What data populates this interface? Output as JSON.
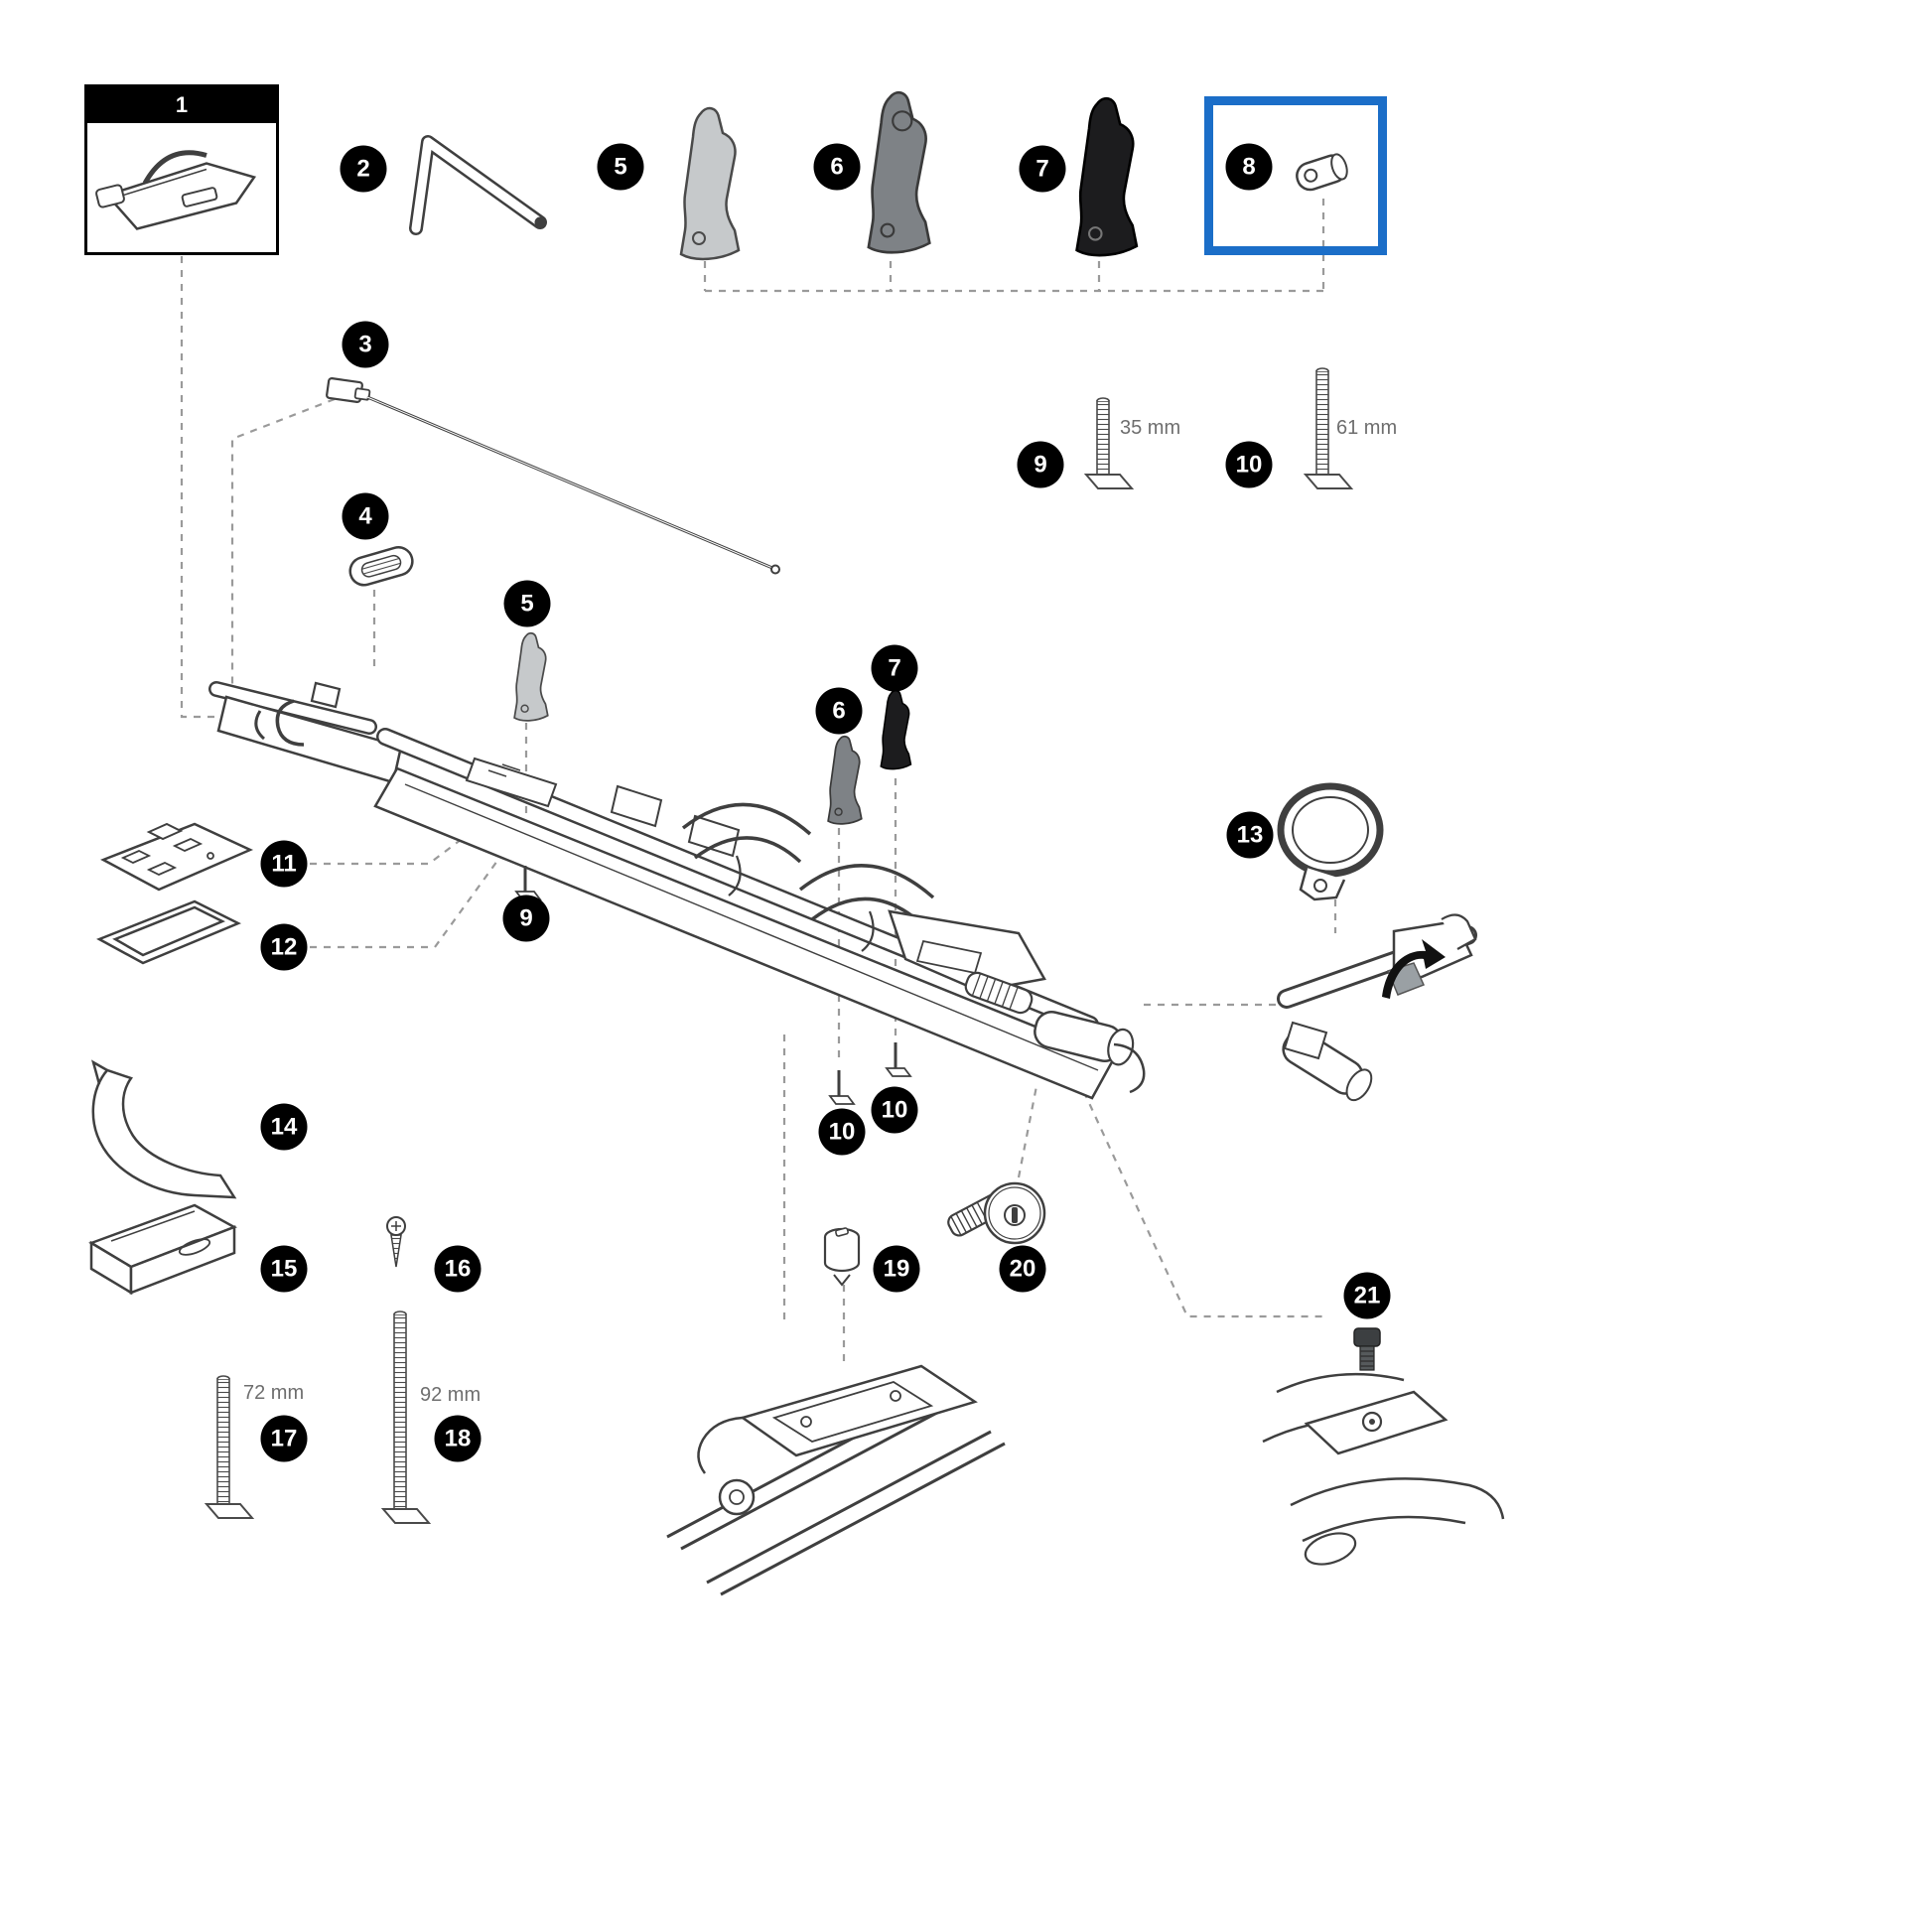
{
  "diagram": {
    "kind": "exploded-parts-diagram",
    "background_color": "#ffffff",
    "line_color": "#3f3f3f",
    "badge_color": "#000000",
    "badge_text_color": "#ffffff"
  },
  "framed_part": {
    "number": "1"
  },
  "highlight_box": {
    "part": "8",
    "color": "#1b6ec8"
  },
  "callouts": [
    {
      "id": "c2",
      "label": "2"
    },
    {
      "id": "c5a",
      "label": "5"
    },
    {
      "id": "c6a",
      "label": "6"
    },
    {
      "id": "c7a",
      "label": "7"
    },
    {
      "id": "c8",
      "label": "8"
    },
    {
      "id": "c3",
      "label": "3"
    },
    {
      "id": "c4",
      "label": "4"
    },
    {
      "id": "c9a",
      "label": "9"
    },
    {
      "id": "c10a",
      "label": "10"
    },
    {
      "id": "c5b",
      "label": "5"
    },
    {
      "id": "c6b",
      "label": "6"
    },
    {
      "id": "c7b",
      "label": "7"
    },
    {
      "id": "c11",
      "label": "11"
    },
    {
      "id": "c12",
      "label": "12"
    },
    {
      "id": "c9b",
      "label": "9"
    },
    {
      "id": "c13",
      "label": "13"
    },
    {
      "id": "c14",
      "label": "14"
    },
    {
      "id": "c15",
      "label": "15"
    },
    {
      "id": "c16",
      "label": "16"
    },
    {
      "id": "c10b",
      "label": "10"
    },
    {
      "id": "c10c",
      "label": "10"
    },
    {
      "id": "c17",
      "label": "17"
    },
    {
      "id": "c18",
      "label": "18"
    },
    {
      "id": "c19",
      "label": "19"
    },
    {
      "id": "c20",
      "label": "20"
    },
    {
      "id": "c21",
      "label": "21"
    }
  ],
  "measurements": [
    {
      "id": "m9",
      "text": "35 mm"
    },
    {
      "id": "m10",
      "text": "61 mm"
    },
    {
      "id": "m17",
      "text": "72 mm"
    },
    {
      "id": "m18",
      "text": "92 mm"
    }
  ],
  "parts": [
    {
      "number": "1",
      "icon": "frame-holder-assembly-icon"
    },
    {
      "number": "2",
      "icon": "hex-key-icon"
    },
    {
      "number": "3",
      "icon": "tension-cable-icon"
    },
    {
      "number": "4",
      "icon": "strap-clip-icon"
    },
    {
      "number": "5",
      "icon": "holder-jaw-light-gray-icon"
    },
    {
      "number": "6",
      "icon": "holder-jaw-gray-icon"
    },
    {
      "number": "7",
      "icon": "holder-jaw-black-icon"
    },
    {
      "number": "8",
      "icon": "spacer-sleeve-icon"
    },
    {
      "number": "9",
      "icon": "t-bolt-icon",
      "length": "35 mm"
    },
    {
      "number": "10",
      "icon": "t-bolt-icon",
      "length": "61 mm"
    },
    {
      "number": "11",
      "icon": "adapter-plate-icon"
    },
    {
      "number": "12",
      "icon": "rubber-gasket-icon"
    },
    {
      "number": "13",
      "icon": "clamp-ring-icon"
    },
    {
      "number": "14",
      "icon": "curved-bracket-icon"
    },
    {
      "number": "15",
      "icon": "support-pad-icon"
    },
    {
      "number": "16",
      "icon": "self-tapping-screw-icon"
    },
    {
      "number": "17",
      "icon": "t-bolt-icon",
      "length": "72 mm"
    },
    {
      "number": "18",
      "icon": "t-bolt-icon",
      "length": "92 mm"
    },
    {
      "number": "19",
      "icon": "lock-cylinder-icon"
    },
    {
      "number": "20",
      "icon": "lock-barrel-knob-icon"
    },
    {
      "number": "21",
      "icon": "bolt-icon"
    }
  ]
}
